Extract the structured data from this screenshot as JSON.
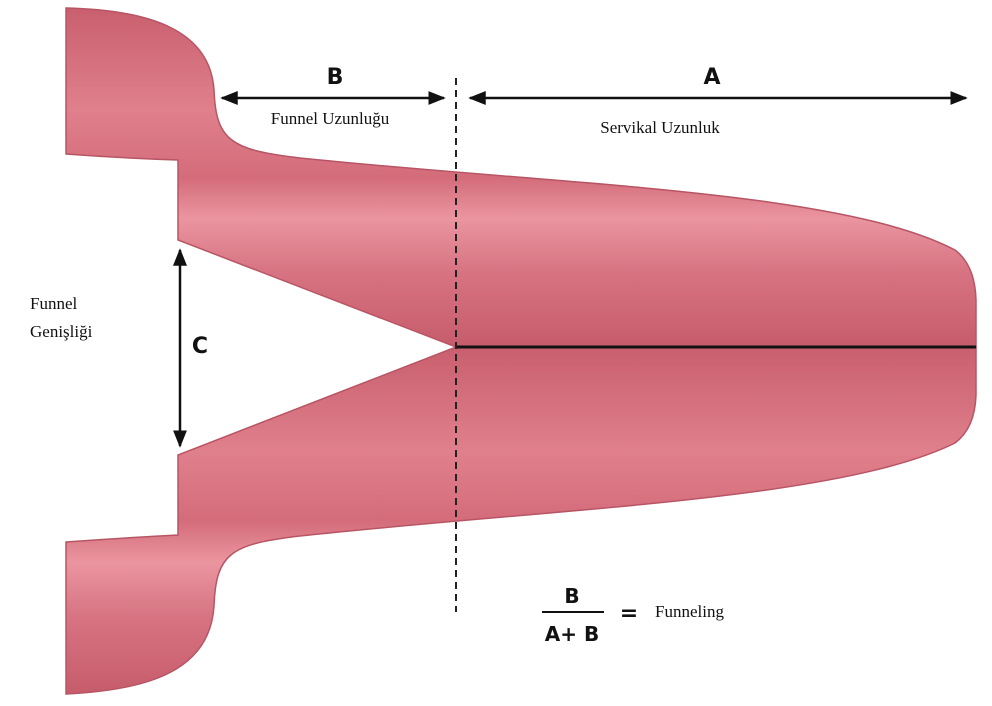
{
  "labels": {
    "b_letter": "B",
    "a_letter": "A",
    "c_letter": "C",
    "funnel_length": "Funnel Uzunluğu",
    "cervical_length": "Servikal Uzunluk",
    "funnel_width_line1": "Funnel",
    "funnel_width_line2": "Genişliği"
  },
  "formula": {
    "numerator": "B",
    "denominator": "A+ B",
    "equals": "=",
    "result": "Funneling"
  },
  "colors": {
    "cervix_fill": "#d9707e",
    "cervix_light": "#e88e9a",
    "cervix_dark": "#c25a69",
    "ink": "#111111"
  }
}
